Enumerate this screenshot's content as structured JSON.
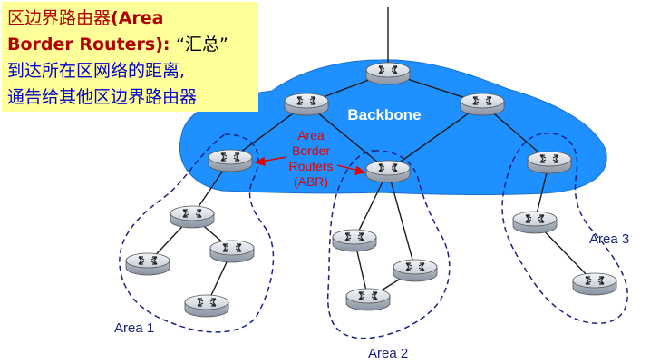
{
  "callout": {
    "line1_zh": "区边界路由器",
    "line1_en": "(Area",
    "line2_en": "Border Routers):",
    "line2_quote": "“汇总”",
    "line3": "到达所在区网络的距离,",
    "line4": "通告给其他区边界路由器"
  },
  "labels": {
    "backbone": "Backbone",
    "abr": [
      "Area",
      "Border",
      "Routers",
      "(ABR)"
    ],
    "area1": "Area 1",
    "area2": "Area 2",
    "area3": "Area 3"
  },
  "colors": {
    "backbone": "#1e90ff",
    "callout_bg": "#ffff99",
    "abr_text": "#e00000",
    "area_boundary": "#1a237e"
  }
}
